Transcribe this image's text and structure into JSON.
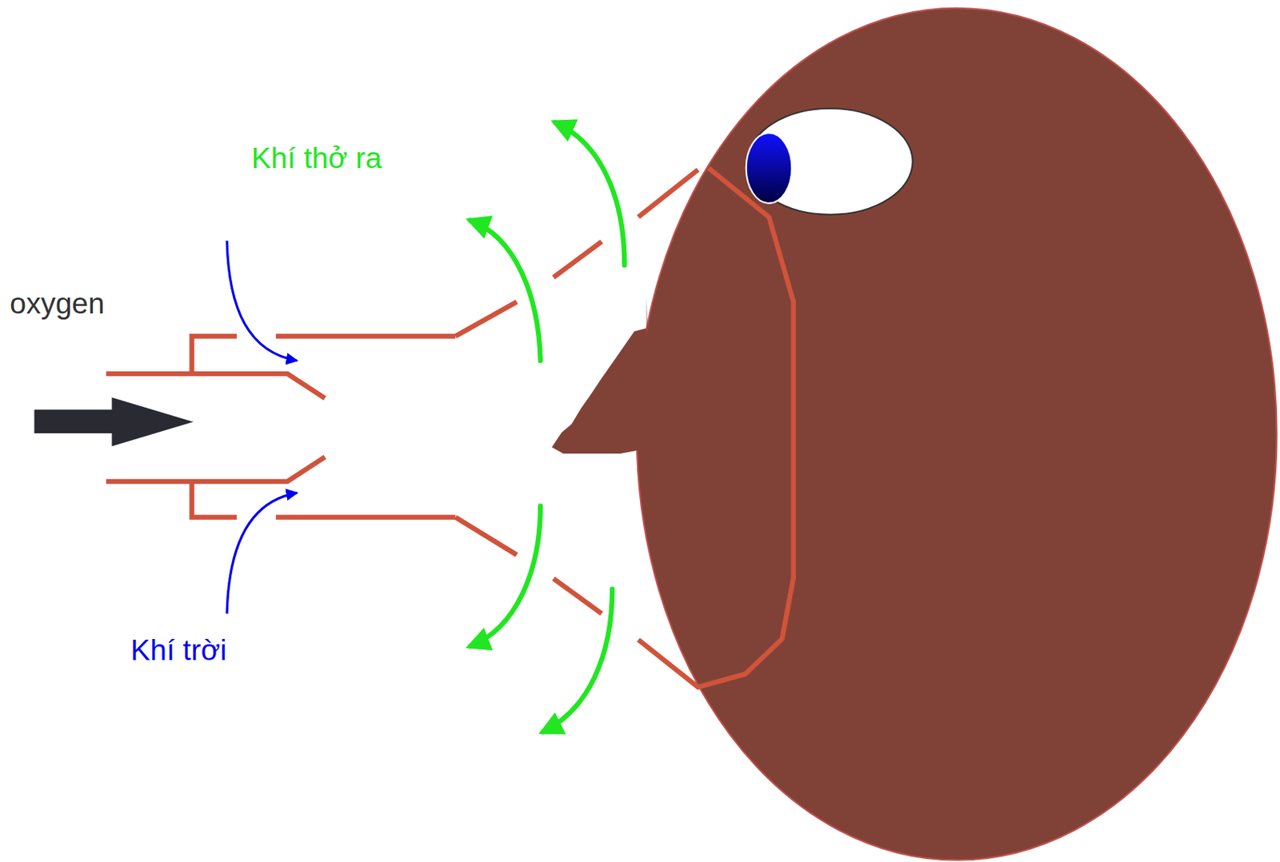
{
  "diagram": {
    "labels": [
      "oxygen",
      "Khí thở ra",
      "Khí trời"
    ]
  }
}
